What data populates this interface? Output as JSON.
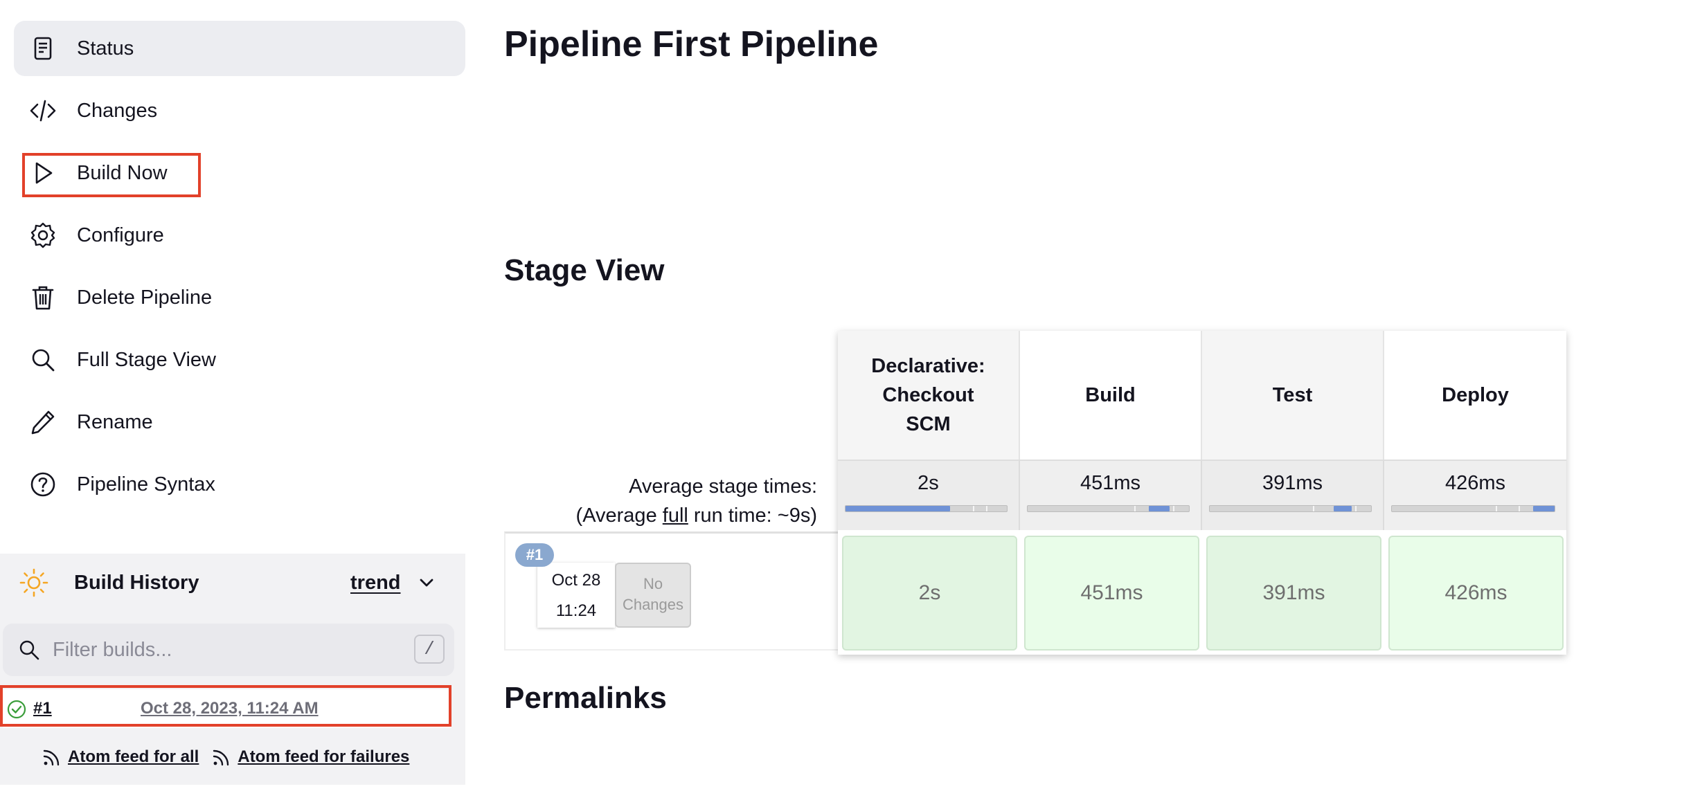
{
  "sidebar": {
    "tasks": [
      {
        "label": "Status",
        "icon": "document-icon"
      },
      {
        "label": "Changes",
        "icon": "code-icon"
      },
      {
        "label": "Build Now",
        "icon": "play-icon"
      },
      {
        "label": "Configure",
        "icon": "gear-icon"
      },
      {
        "label": "Delete Pipeline",
        "icon": "trash-icon"
      },
      {
        "label": "Full Stage View",
        "icon": "search-icon"
      },
      {
        "label": "Rename",
        "icon": "pencil-icon"
      },
      {
        "label": "Pipeline Syntax",
        "icon": "help-circle-icon"
      }
    ]
  },
  "build_history": {
    "title": "Build History",
    "trend_label": "trend",
    "filter_placeholder": "Filter builds...",
    "filter_shortcut": "/",
    "builds": [
      {
        "number": "#1",
        "date": "Oct 28, 2023, 11:24 AM",
        "status": "success"
      }
    ],
    "feeds": {
      "all": "Atom feed for all",
      "failures": "Atom feed for failures"
    }
  },
  "main": {
    "title": "Pipeline First Pipeline",
    "stage_view_title": "Stage View",
    "permalinks_title": "Permalinks"
  },
  "stage_view": {
    "avg_label": "Average stage times:",
    "avg_full_prefix": "(Average ",
    "avg_full_word": "full",
    "avg_full_suffix": " run time: ~9s)",
    "stages": [
      {
        "name": "Declarative: Checkout SCM",
        "avg": "2s",
        "bar_start": 0.0,
        "bar_fraction": 0.65
      },
      {
        "name": "Build",
        "avg": "451ms",
        "bar_start": 0.75,
        "bar_fraction": 0.13
      },
      {
        "name": "Test",
        "avg": "391ms",
        "bar_start": 0.77,
        "bar_fraction": 0.11
      },
      {
        "name": "Deploy",
        "avg": "426ms",
        "bar_start": 0.87,
        "bar_fraction": 0.13
      }
    ],
    "run": {
      "badge": "#1",
      "date": "Oct 28",
      "time": "11:24",
      "changes": "No Changes",
      "results": [
        "2s",
        "451ms",
        "391ms",
        "426ms"
      ]
    }
  },
  "colors": {
    "highlight_box": "#e2412a",
    "success_cell": "#e2f5e2",
    "progress_fill": "#6f92d6",
    "run_badge": "#8aa8cf",
    "sun": "#f5a623",
    "success_icon": "#3a9d3a"
  }
}
